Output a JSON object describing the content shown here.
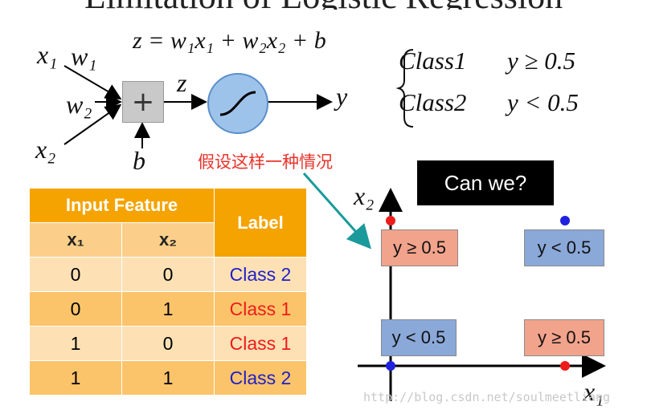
{
  "title_fragment": "Limitation of Logistic Regression",
  "formula": "z = w₁x₁ + w₂x₂ + b",
  "neuron": {
    "x1": "x₁",
    "w1": "w₁",
    "w2": "w₂",
    "x2": "x₂",
    "sum": "+",
    "z": "z",
    "b": "b",
    "y": "y"
  },
  "cases": [
    {
      "cls": "Class1",
      "cond": "y ≥ 0.5"
    },
    {
      "cls": "Class2",
      "cond": "y < 0.5"
    }
  ],
  "note": "假设这样一种情况",
  "can_we": "Can we?",
  "table": {
    "group_header": "Input Feature",
    "label_header": "Label",
    "col1": "x₁",
    "col2": "x₂",
    "rows": [
      {
        "x1": "0",
        "x2": "0",
        "label": "Class 2",
        "color": "#2020c8"
      },
      {
        "x1": "0",
        "x2": "1",
        "label": "Class 1",
        "color": "#ee1b1b"
      },
      {
        "x1": "1",
        "x2": "0",
        "label": "Class 1",
        "color": "#ee1b1b"
      },
      {
        "x1": "1",
        "x2": "1",
        "label": "Class 2",
        "color": "#2020c8"
      }
    ]
  },
  "plot": {
    "x_axis": "x₁",
    "y_axis": "x₂",
    "top_left": "y ≥ 0.5",
    "top_right": "y < 0.5",
    "bottom_left": "y < 0.5",
    "bottom_right": "y ≥ 0.5"
  },
  "watermark": "http://blog.csdn.net/soulmeetliang",
  "colors": {
    "orange": "#f5a300",
    "red": "#ee1b1b",
    "blue": "#2020c8",
    "arrow": "#1a9a9a"
  }
}
